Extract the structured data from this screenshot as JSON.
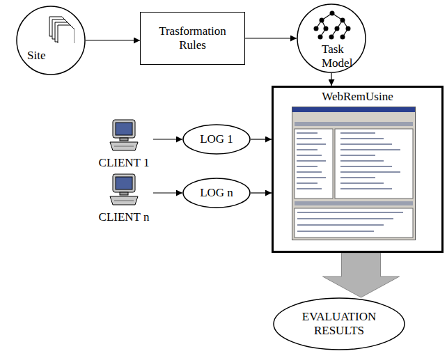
{
  "diagram": {
    "nodes": [
      {
        "text": [
          "Site"
        ]
      },
      {
        "text": [
          "Trasformation Rules"
        ]
      },
      {
        "text": [
          "Task Model"
        ]
      },
      {
        "text": [
          "CLIENT 1"
        ]
      },
      {
        "text": [
          "LOG 1"
        ]
      },
      {
        "text": [
          "WebRemUsine"
        ]
      },
      {
        "text": [
          "CLIENT n"
        ]
      },
      {
        "text": [
          "LOG n"
        ]
      },
      {
        "text": [
          "EVALUATION RESULTS"
        ]
      }
    ],
    "edges": [
      {
        "from": 0,
        "to": 1,
        "arrow": "to"
      },
      {
        "from": 1,
        "to": 2,
        "arrow": "to"
      },
      {
        "from": 2,
        "to": 5,
        "arrow": "to"
      },
      {
        "from": 3,
        "to": 4,
        "arrow": "to"
      },
      {
        "from": 4,
        "to": 5,
        "arrow": "to"
      },
      {
        "from": 6,
        "to": 7,
        "arrow": "to"
      },
      {
        "from": 7,
        "to": 5,
        "arrow": "to"
      },
      {
        "from": 5,
        "to": 8,
        "arrow": "to"
      }
    ]
  }
}
